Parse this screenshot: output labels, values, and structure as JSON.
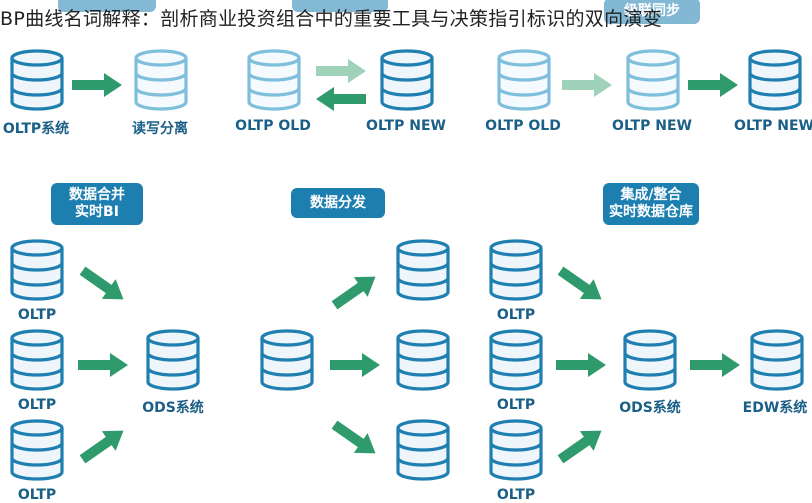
{
  "overlay_title": "BP曲线名词解释：剖析商业投资组合中的重要工具与决策指引标识的双向演变",
  "colors": {
    "accent": "#1d7fb0",
    "db_blue": "#1f7fb0",
    "db_faded": "#7fbfdc",
    "arrow_green": "#2f9a6b",
    "arrow_faded": "#9fd2b8",
    "label": "#1a5f86"
  },
  "top_row": {
    "pills": [
      "",
      "",
      "级联同步"
    ],
    "labels": [
      "OLTP系统",
      "读写分离",
      "OLTP OLD",
      "OLTP NEW",
      "OLTP OLD",
      "OLTP NEW",
      "OLTP NEW"
    ]
  },
  "sections": {
    "merge": {
      "title": "数据合并\n实时BI",
      "sources": [
        "OLTP",
        "OLTP",
        "OLTP"
      ],
      "target": "ODS系统"
    },
    "distribute": {
      "title": "数据分发"
    },
    "integrate": {
      "title": "集成/整合\n实时数据仓库",
      "sources": [
        "OLTP",
        "OLTP",
        "OLTP"
      ],
      "ods": "ODS系统",
      "edw": "EDW系统"
    }
  }
}
